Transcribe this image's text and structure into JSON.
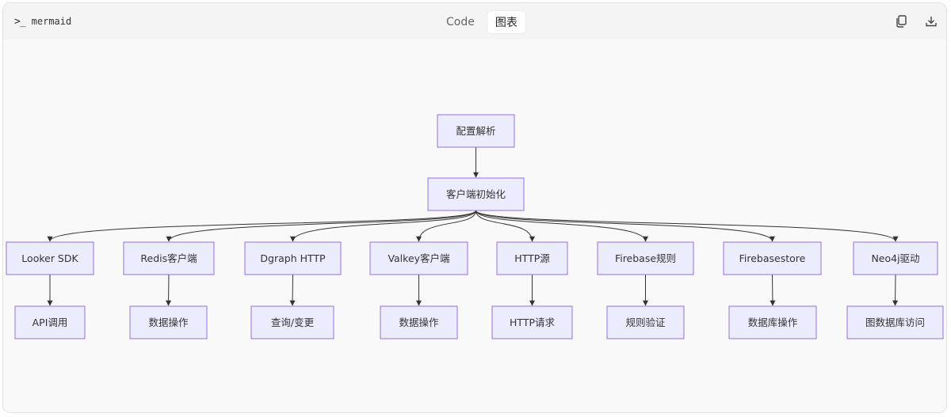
{
  "header": {
    "language_label": "mermaid",
    "tabs": [
      {
        "label": "Code",
        "active": false
      },
      {
        "label": "图表",
        "active": true
      }
    ],
    "actions": [
      {
        "icon": "copy-icon"
      },
      {
        "icon": "download-icon"
      }
    ]
  },
  "diagram": {
    "type": "flowchart-TD",
    "colors": {
      "node_fill": "#ECECFF",
      "node_stroke": "#9370DB",
      "edge": "#333333"
    },
    "nodes": {
      "config": "配置解析",
      "init": "客户端初始化",
      "looker": "Looker SDK",
      "redis": "Redis客户端",
      "dgraph": "Dgraph HTTP",
      "valkey": "Valkey客户端",
      "http": "HTTP源",
      "fbrules": "Firebase规则",
      "fbstore": "Firebasestore",
      "neo4j": "Neo4j驱动",
      "api": "API调用",
      "redisops": "数据操作",
      "query": "查询/变更",
      "valkeyops": "数据操作",
      "httpreq": "HTTP请求",
      "validate": "规则验证",
      "dbops": "数据库操作",
      "graphdb": "图数据库访问"
    },
    "edges": [
      [
        "config",
        "init"
      ],
      [
        "init",
        "looker"
      ],
      [
        "init",
        "redis"
      ],
      [
        "init",
        "dgraph"
      ],
      [
        "init",
        "valkey"
      ],
      [
        "init",
        "http"
      ],
      [
        "init",
        "fbrules"
      ],
      [
        "init",
        "fbstore"
      ],
      [
        "init",
        "neo4j"
      ],
      [
        "looker",
        "api"
      ],
      [
        "redis",
        "redisops"
      ],
      [
        "dgraph",
        "query"
      ],
      [
        "valkey",
        "valkeyops"
      ],
      [
        "http",
        "httpreq"
      ],
      [
        "fbrules",
        "validate"
      ],
      [
        "fbstore",
        "dbops"
      ],
      [
        "neo4j",
        "graphdb"
      ]
    ]
  }
}
